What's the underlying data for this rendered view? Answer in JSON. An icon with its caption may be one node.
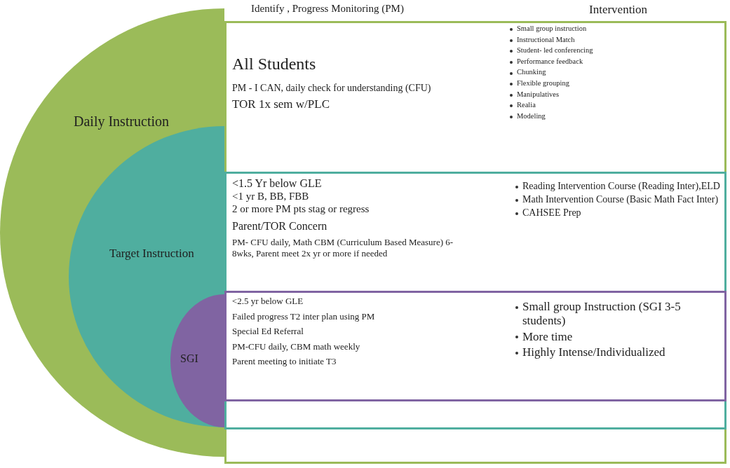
{
  "diagram": {
    "nodes": [
      {
        "text": [
          "Daily Instruction"
        ]
      },
      {
        "text": [
          "Target Instruction"
        ],
        "in": 0
      },
      {
        "text": [
          "SGI"
        ],
        "in": 1
      },
      {
        "text": [
          "All Students",
          "PM - I CAN, daily check for understanding (CFU)",
          "TOR 1x sem w/PLC",
          "Small group instruction",
          "Instructional Match",
          "Student- led conferencing",
          "Performance feedback",
          "Chunking",
          "Flexible grouping",
          "Manipulatives",
          "Realia",
          "Modeling"
        ]
      },
      {
        "text": [
          "<1.5 Yr below GLE",
          "<1 yr B, BB, FBB",
          "2 or more PM pts stag or regress",
          "Parent/TOR Concern",
          "PM- CFU daily, Math CBM (Curriculum Based Measure) 6-8wks, Parent meet 2x yr or more if needed",
          "Reading Intervention Course (Reading Inter),ELD",
          "Math Intervention Course (Basic Math Fact Inter)",
          "CAHSEE Prep"
        ],
        "in": 3
      },
      {
        "text": [
          "<2.5 yr below GLE",
          "Failed progress T2 inter plan using PM",
          "Special Ed Referral",
          "PM-CFU daily, CBM math weekly",
          "Parent meeting to initiate T3",
          "Small group Instruction (SGI 3-5 students)",
          "More time",
          "Highly Intense/Individualized"
        ],
        "in": 4
      }
    ],
    "labels": [
      "Identify , Progress Monitoring (PM)",
      "Intervention"
    ]
  }
}
